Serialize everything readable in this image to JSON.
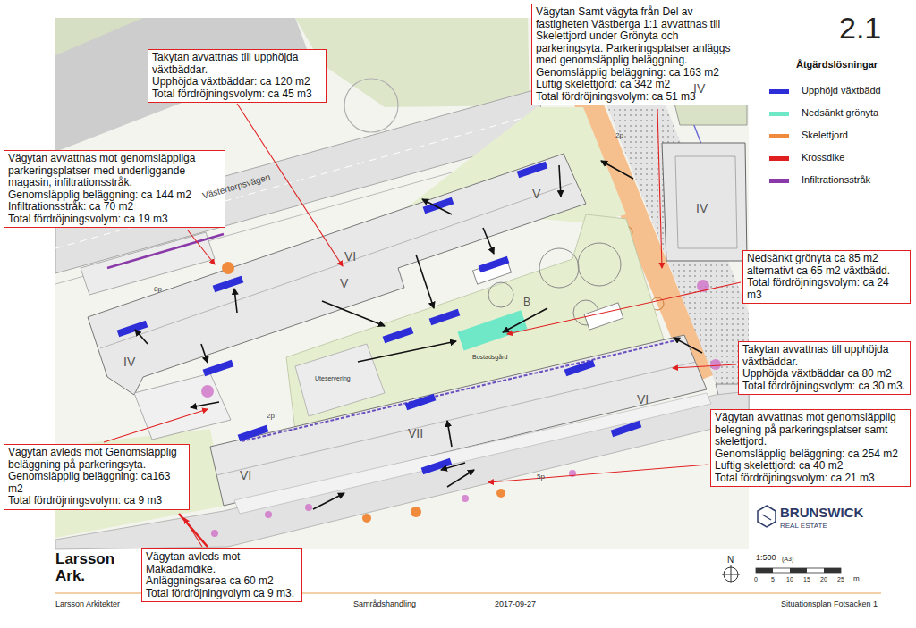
{
  "diagram": {
    "title": "2.1",
    "nodes": [
      {
        "text": [
          "Takytan avvattnas till upphöjda växtbäddar.",
          "Upphöjda växtbäddar: ca 120 m2",
          "Total fördröjningsvolym: ca 45 m3"
        ]
      },
      {
        "text": [
          "Vägytan avvattnas mot genomsläppliga parkeringsplatser med underliggande magasin, infiltrationsstråk.",
          "Genomsläpplig beläggning: ca 144 m2",
          "Infiltrationsstråk: ca 70 m2",
          "Total fördröjningsvolym: ca 19 m3"
        ]
      },
      {
        "text": [
          "Vägytan Samt vägyta från Del av fastigheten Västberga 1:1 avvattnas till Skelettjord under Grönyta och parkeringsyta. Parkeringsplatser anläggs med genomsläpplig beläggning.",
          "Genomsläpplig beläggning: ca 163 m2",
          "Luftig skelettjord: ca 342 m2",
          "Total fördröjningsvolym: ca 51 m3"
        ]
      },
      {
        "text": [
          "Nedsänkt grönyta ca 85 m2 alternativt ca 65 m2 växtbädd.",
          "Total fördröjningsvolym: ca 24 m3"
        ]
      },
      {
        "text": [
          "Takytan avvattnas till upphöjda växtbäddar.",
          "Upphöjda växtbäddar ca 80 m2",
          "Total fördröjningsvolym: ca 30 m3."
        ]
      },
      {
        "text": [
          "Vägytan avvattnas mot genomsläpplig belegning på parkeringsplatser samt skelettjord.",
          "Genomsläpplig beläggning: ca 254 m2",
          "Luftig skelettjord: ca 40 m2",
          "Total fördröjningsvolym: ca 21 m3"
        ]
      },
      {
        "text": [
          "Vägytan avleds mot Genomsläpplig beläggning på parkeringsyta.",
          "Genomsläpplig beläggning: ca163 m2",
          "Total fördröjningsvolym: ca 9 m3"
        ]
      },
      {
        "text": [
          "Vägytan avleds mot Makadamdike.",
          "Anläggningsarea ca 60 m2",
          "Total fördröjningvolym ca 9 m3."
        ]
      }
    ],
    "labels": [
      "Åtgärdslösningar",
      "Västertorpsvägen",
      "VI",
      "V",
      "IV",
      "V",
      "VII",
      "VI",
      "VI",
      "IV",
      "IV",
      "B",
      "Bostadsgård",
      "Uteservering",
      "8p",
      "2p",
      "5p",
      "2p",
      "BRUNSWICK",
      "REAL ESTATE",
      "Larsson Ark.",
      "Larsson Arkitekter",
      "Samrådshandling",
      "2017-09-27",
      "Situationsplan Fotsacken 1",
      "N",
      "1:500",
      "(A3)",
      "0",
      "5",
      "10",
      "15",
      "20",
      "25",
      "m"
    ],
    "legend": [
      {
        "text": "Upphöjd växtbädd",
        "color": "#2e2ed8"
      },
      {
        "text": "Nedsänkt grönyta",
        "color": "#6fe8c8"
      },
      {
        "text": "Skelettjord",
        "color": "#f08a3c"
      },
      {
        "text": "Krossdike",
        "color": "#e02020"
      },
      {
        "text": "Infiltrationsstråk",
        "color": "#8a3aa8"
      }
    ]
  }
}
